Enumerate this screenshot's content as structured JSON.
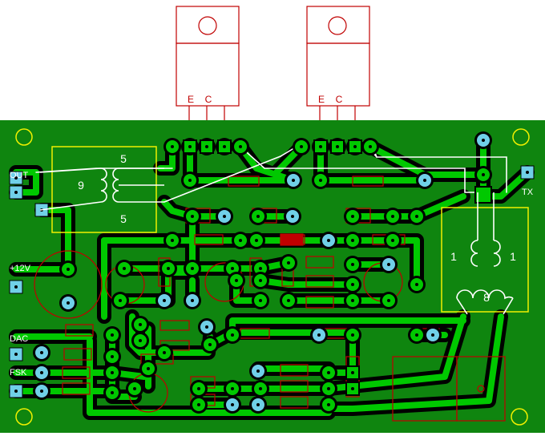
{
  "transistor_labels": {
    "left": {
      "emitter": "E",
      "collector": "C"
    },
    "right": {
      "emitter": "E",
      "collector": "C"
    }
  },
  "input_transformer": {
    "primary_turns": "9",
    "secondary_top": "5",
    "secondary_bottom": "5"
  },
  "output_transformer": {
    "left_turns": "1",
    "right_turns": "1",
    "secondary_turns": "8"
  },
  "connectors": {
    "out": "OUT",
    "power": "+12V",
    "dac": "DAC",
    "fsk": "FSK",
    "tx": "TX"
  },
  "colors": {
    "board": "#0f850f",
    "copper": "#00c800",
    "outline": "#c00000",
    "silk_yellow": "#f0f000",
    "pad_cyan": "#70d0e8",
    "isolation": "#000000",
    "wire": "#ffffff"
  }
}
